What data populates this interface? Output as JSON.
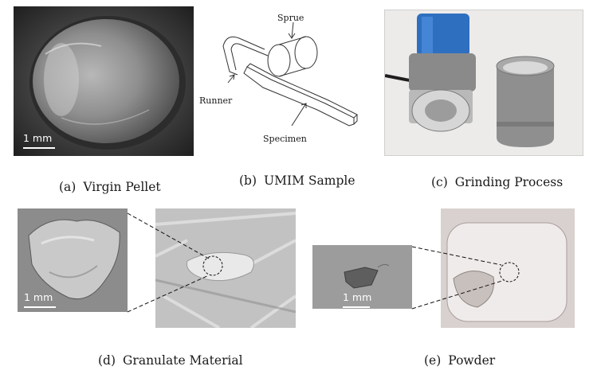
{
  "panels": {
    "a": {
      "tag": "(a)",
      "caption": "Virgin Pellet",
      "scale_label": "1 mm"
    },
    "b": {
      "tag": "(b)",
      "caption": "UMIM Sample",
      "labels": {
        "sprue": "Sprue",
        "runner": "Runner",
        "specimen": "Specimen"
      }
    },
    "c": {
      "tag": "(c)",
      "caption": "Grinding Process"
    },
    "d": {
      "tag": "(d)",
      "caption": "Granulate Material",
      "scale_label": "1 mm"
    },
    "e": {
      "tag": "(e)",
      "caption": "Powder",
      "scale_label": "1 mm"
    }
  }
}
